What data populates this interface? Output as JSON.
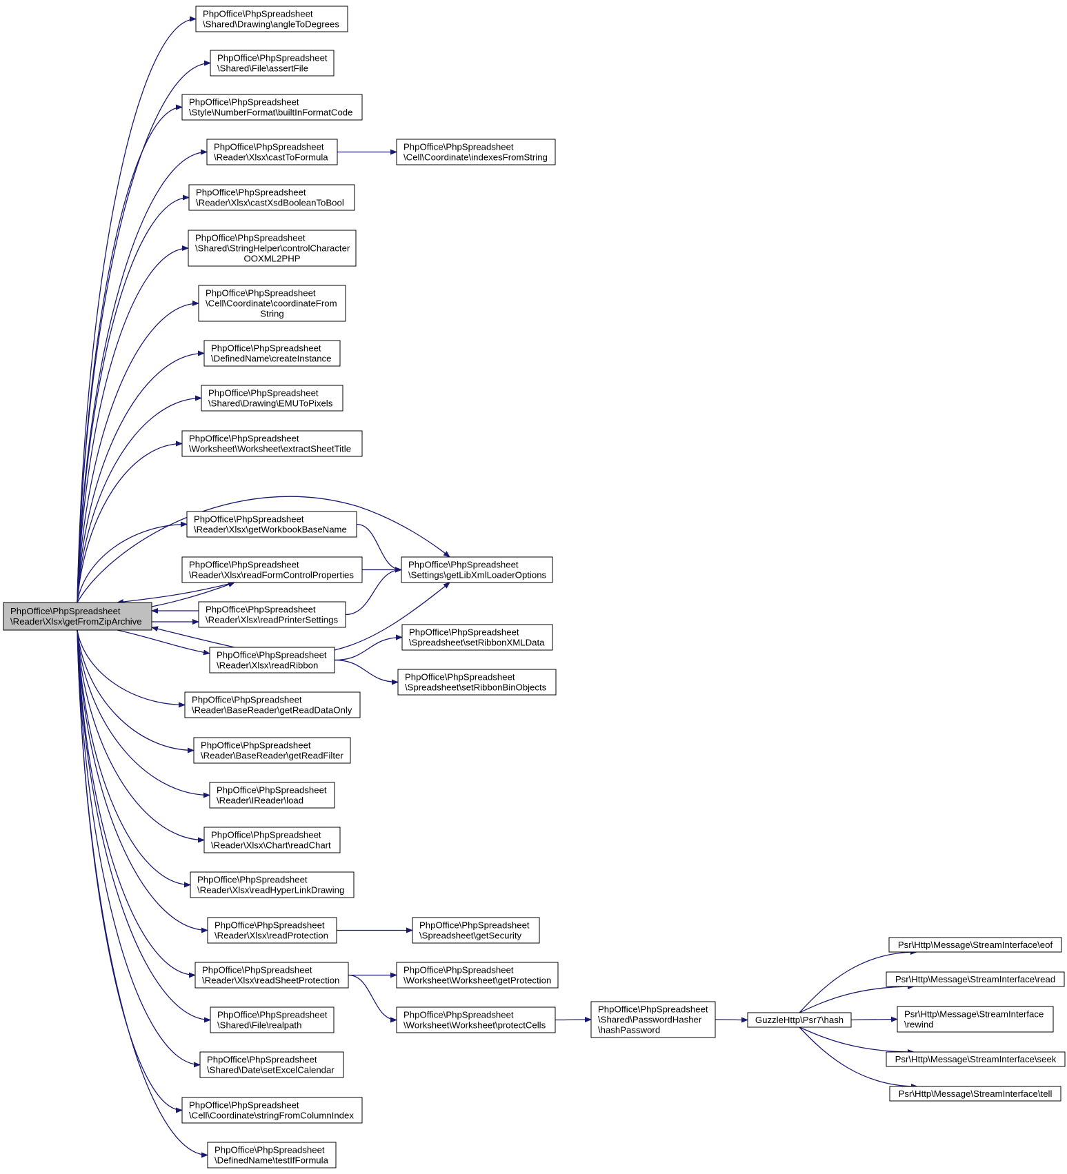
{
  "colors": {
    "edge": "#191970",
    "node_border": "#000000",
    "root_fill": "#bfbfbf",
    "node_fill": "#ffffff"
  },
  "nodes": [
    {
      "id": "root",
      "lines": [
        "PhpOffice\\PhpSpreadsheet",
        "\\Reader\\Xlsx\\getFromZipArchive"
      ]
    },
    {
      "id": "angleToDegrees",
      "lines": [
        "PhpOffice\\PhpSpreadsheet",
        "\\Shared\\Drawing\\angleToDegrees"
      ]
    },
    {
      "id": "assertFile",
      "lines": [
        "PhpOffice\\PhpSpreadsheet",
        "\\Shared\\File\\assertFile"
      ]
    },
    {
      "id": "builtInFormatCode",
      "lines": [
        "PhpOffice\\PhpSpreadsheet",
        "\\Style\\NumberFormat\\builtInFormatCode"
      ]
    },
    {
      "id": "castToFormula",
      "lines": [
        "PhpOffice\\PhpSpreadsheet",
        "\\Reader\\Xlsx\\castToFormula"
      ]
    },
    {
      "id": "indexesFromString",
      "lines": [
        "PhpOffice\\PhpSpreadsheet",
        "\\Cell\\Coordinate\\indexesFromString"
      ]
    },
    {
      "id": "castXsdBooleanToBool",
      "lines": [
        "PhpOffice\\PhpSpreadsheet",
        "\\Reader\\Xlsx\\castXsdBooleanToBool"
      ]
    },
    {
      "id": "controlCharacterOOXML2PHP",
      "lines": [
        "PhpOffice\\PhpSpreadsheet",
        "\\Shared\\StringHelper\\controlCharacter",
        "OOXML2PHP"
      ]
    },
    {
      "id": "coordinateFromString",
      "lines": [
        "PhpOffice\\PhpSpreadsheet",
        "\\Cell\\Coordinate\\coordinateFrom",
        "String"
      ]
    },
    {
      "id": "createInstance",
      "lines": [
        "PhpOffice\\PhpSpreadsheet",
        "\\DefinedName\\createInstance"
      ]
    },
    {
      "id": "EMUToPixels",
      "lines": [
        "PhpOffice\\PhpSpreadsheet",
        "\\Shared\\Drawing\\EMUToPixels"
      ]
    },
    {
      "id": "extractSheetTitle",
      "lines": [
        "PhpOffice\\PhpSpreadsheet",
        "\\Worksheet\\Worksheet\\extractSheetTitle"
      ]
    },
    {
      "id": "getWorkbookBaseName",
      "lines": [
        "PhpOffice\\PhpSpreadsheet",
        "\\Reader\\Xlsx\\getWorkbookBaseName"
      ]
    },
    {
      "id": "getLibXmlLoaderOptions",
      "lines": [
        "PhpOffice\\PhpSpreadsheet",
        "\\Settings\\getLibXmlLoaderOptions"
      ]
    },
    {
      "id": "readFormControlProperties",
      "lines": [
        "PhpOffice\\PhpSpreadsheet",
        "\\Reader\\Xlsx\\readFormControlProperties"
      ]
    },
    {
      "id": "readPrinterSettings",
      "lines": [
        "PhpOffice\\PhpSpreadsheet",
        "\\Reader\\Xlsx\\readPrinterSettings"
      ]
    },
    {
      "id": "readRibbon",
      "lines": [
        "PhpOffice\\PhpSpreadsheet",
        "\\Reader\\Xlsx\\readRibbon"
      ]
    },
    {
      "id": "setRibbonXMLData",
      "lines": [
        "PhpOffice\\PhpSpreadsheet",
        "\\Spreadsheet\\setRibbonXMLData"
      ]
    },
    {
      "id": "setRibbonBinObjects",
      "lines": [
        "PhpOffice\\PhpSpreadsheet",
        "\\Spreadsheet\\setRibbonBinObjects"
      ]
    },
    {
      "id": "getReadDataOnly",
      "lines": [
        "PhpOffice\\PhpSpreadsheet",
        "\\Reader\\BaseReader\\getReadDataOnly"
      ]
    },
    {
      "id": "getReadFilter",
      "lines": [
        "PhpOffice\\PhpSpreadsheet",
        "\\Reader\\BaseReader\\getReadFilter"
      ]
    },
    {
      "id": "load",
      "lines": [
        "PhpOffice\\PhpSpreadsheet",
        "\\Reader\\IReader\\load"
      ]
    },
    {
      "id": "readChart",
      "lines": [
        "PhpOffice\\PhpSpreadsheet",
        "\\Reader\\Xlsx\\Chart\\readChart"
      ]
    },
    {
      "id": "readHyperLinkDrawing",
      "lines": [
        "PhpOffice\\PhpSpreadsheet",
        "\\Reader\\Xlsx\\readHyperLinkDrawing"
      ]
    },
    {
      "id": "readProtection",
      "lines": [
        "PhpOffice\\PhpSpreadsheet",
        "\\Reader\\Xlsx\\readProtection"
      ]
    },
    {
      "id": "getSecurity",
      "lines": [
        "PhpOffice\\PhpSpreadsheet",
        "\\Spreadsheet\\getSecurity"
      ]
    },
    {
      "id": "readSheetProtection",
      "lines": [
        "PhpOffice\\PhpSpreadsheet",
        "\\Reader\\Xlsx\\readSheetProtection"
      ]
    },
    {
      "id": "getProtection",
      "lines": [
        "PhpOffice\\PhpSpreadsheet",
        "\\Worksheet\\Worksheet\\getProtection"
      ]
    },
    {
      "id": "protectCells",
      "lines": [
        "PhpOffice\\PhpSpreadsheet",
        "\\Worksheet\\Worksheet\\protectCells"
      ]
    },
    {
      "id": "hashPassword",
      "lines": [
        "PhpOffice\\PhpSpreadsheet",
        "\\Shared\\PasswordHasher",
        "\\hashPassword"
      ]
    },
    {
      "id": "hash",
      "lines": [
        "GuzzleHttp\\Psr7\\hash"
      ]
    },
    {
      "id": "eof",
      "lines": [
        "Psr\\Http\\Message\\StreamInterface\\eof"
      ]
    },
    {
      "id": "read",
      "lines": [
        "Psr\\Http\\Message\\StreamInterface\\read"
      ]
    },
    {
      "id": "rewind",
      "lines": [
        "Psr\\Http\\Message\\StreamInterface",
        "\\rewind"
      ]
    },
    {
      "id": "seek",
      "lines": [
        "Psr\\Http\\Message\\StreamInterface\\seek"
      ]
    },
    {
      "id": "tell",
      "lines": [
        "Psr\\Http\\Message\\StreamInterface\\tell"
      ]
    },
    {
      "id": "realpath",
      "lines": [
        "PhpOffice\\PhpSpreadsheet",
        "\\Shared\\File\\realpath"
      ]
    },
    {
      "id": "setExcelCalendar",
      "lines": [
        "PhpOffice\\PhpSpreadsheet",
        "\\Shared\\Date\\setExcelCalendar"
      ]
    },
    {
      "id": "stringFromColumnIndex",
      "lines": [
        "PhpOffice\\PhpSpreadsheet",
        "\\Cell\\Coordinate\\stringFromColumnIndex"
      ]
    },
    {
      "id": "testIfFormula",
      "lines": [
        "PhpOffice\\PhpSpreadsheet",
        "\\DefinedName\\testIfFormula"
      ]
    }
  ],
  "edges": [
    {
      "from": "root",
      "to": "angleToDegrees"
    },
    {
      "from": "root",
      "to": "assertFile"
    },
    {
      "from": "root",
      "to": "builtInFormatCode"
    },
    {
      "from": "root",
      "to": "castToFormula"
    },
    {
      "from": "castToFormula",
      "to": "indexesFromString"
    },
    {
      "from": "root",
      "to": "castXsdBooleanToBool"
    },
    {
      "from": "root",
      "to": "controlCharacterOOXML2PHP"
    },
    {
      "from": "root",
      "to": "coordinateFromString"
    },
    {
      "from": "root",
      "to": "createInstance"
    },
    {
      "from": "root",
      "to": "EMUToPixels"
    },
    {
      "from": "root",
      "to": "extractSheetTitle"
    },
    {
      "from": "root",
      "to": "getLibXmlLoaderOptions"
    },
    {
      "from": "root",
      "to": "getWorkbookBaseName"
    },
    {
      "from": "getWorkbookBaseName",
      "to": "getLibXmlLoaderOptions"
    },
    {
      "from": "root",
      "to": "readFormControlProperties"
    },
    {
      "from": "readFormControlProperties",
      "to": "root"
    },
    {
      "from": "readFormControlProperties",
      "to": "getLibXmlLoaderOptions"
    },
    {
      "from": "root",
      "to": "readPrinterSettings"
    },
    {
      "from": "readPrinterSettings",
      "to": "root"
    },
    {
      "from": "readPrinterSettings",
      "to": "getLibXmlLoaderOptions"
    },
    {
      "from": "root",
      "to": "readRibbon"
    },
    {
      "from": "readRibbon",
      "to": "root"
    },
    {
      "from": "readRibbon",
      "to": "getLibXmlLoaderOptions"
    },
    {
      "from": "readRibbon",
      "to": "setRibbonXMLData"
    },
    {
      "from": "readRibbon",
      "to": "setRibbonBinObjects"
    },
    {
      "from": "root",
      "to": "getReadDataOnly"
    },
    {
      "from": "root",
      "to": "getReadFilter"
    },
    {
      "from": "root",
      "to": "load"
    },
    {
      "from": "root",
      "to": "readChart"
    },
    {
      "from": "root",
      "to": "readHyperLinkDrawing"
    },
    {
      "from": "root",
      "to": "readProtection"
    },
    {
      "from": "readProtection",
      "to": "getSecurity"
    },
    {
      "from": "root",
      "to": "readSheetProtection"
    },
    {
      "from": "readSheetProtection",
      "to": "getProtection"
    },
    {
      "from": "readSheetProtection",
      "to": "protectCells"
    },
    {
      "from": "protectCells",
      "to": "hashPassword"
    },
    {
      "from": "hashPassword",
      "to": "hash"
    },
    {
      "from": "hash",
      "to": "eof"
    },
    {
      "from": "hash",
      "to": "read"
    },
    {
      "from": "hash",
      "to": "rewind"
    },
    {
      "from": "hash",
      "to": "seek"
    },
    {
      "from": "hash",
      "to": "tell"
    },
    {
      "from": "root",
      "to": "realpath"
    },
    {
      "from": "root",
      "to": "setExcelCalendar"
    },
    {
      "from": "root",
      "to": "stringFromColumnIndex"
    },
    {
      "from": "root",
      "to": "testIfFormula"
    }
  ]
}
